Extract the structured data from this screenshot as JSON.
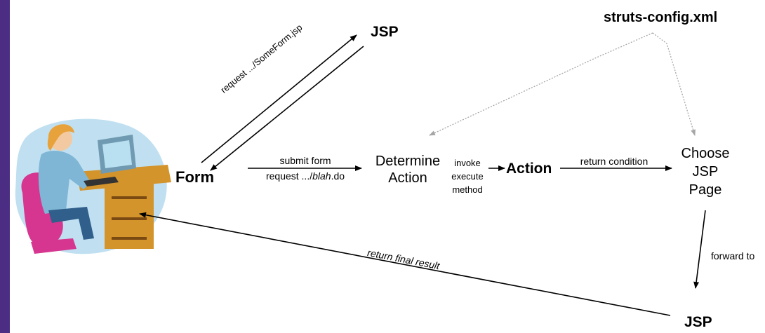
{
  "colors": {
    "left_edge": "#4b2e83",
    "arrow": "#000000",
    "config_arrow": "#a6a6a6",
    "clipart_bg": "#b9ddef",
    "desk": "#d4942c",
    "chair": "#d6368f",
    "shirt": "#7fb6d6",
    "hair": "#e8a23c",
    "monitor": "#6f9ab2"
  },
  "nodes": {
    "jsp_top": "JSP",
    "struts_config": "struts-config.xml",
    "form": "Form",
    "determine_line1": "Determine",
    "determine_line2": "Action",
    "action": "Action",
    "choose_line1": "Choose",
    "choose_line2": "JSP",
    "choose_line3": "Page",
    "jsp_bottom": "JSP"
  },
  "edges": {
    "request_someform": "request .../SomeForm.jsp",
    "submit_form": "submit form",
    "request_blah_prefix": "request .../",
    "request_blah_italic": "blah",
    "request_blah_suffix": ".do",
    "invoke_line1": "invoke",
    "invoke_line2": "execute",
    "invoke_line3": "method",
    "return_condition": "return condition",
    "forward_to": "forward to",
    "return_final": "return final result"
  },
  "clipart": {
    "icon": "user-at-computer-clipart"
  }
}
